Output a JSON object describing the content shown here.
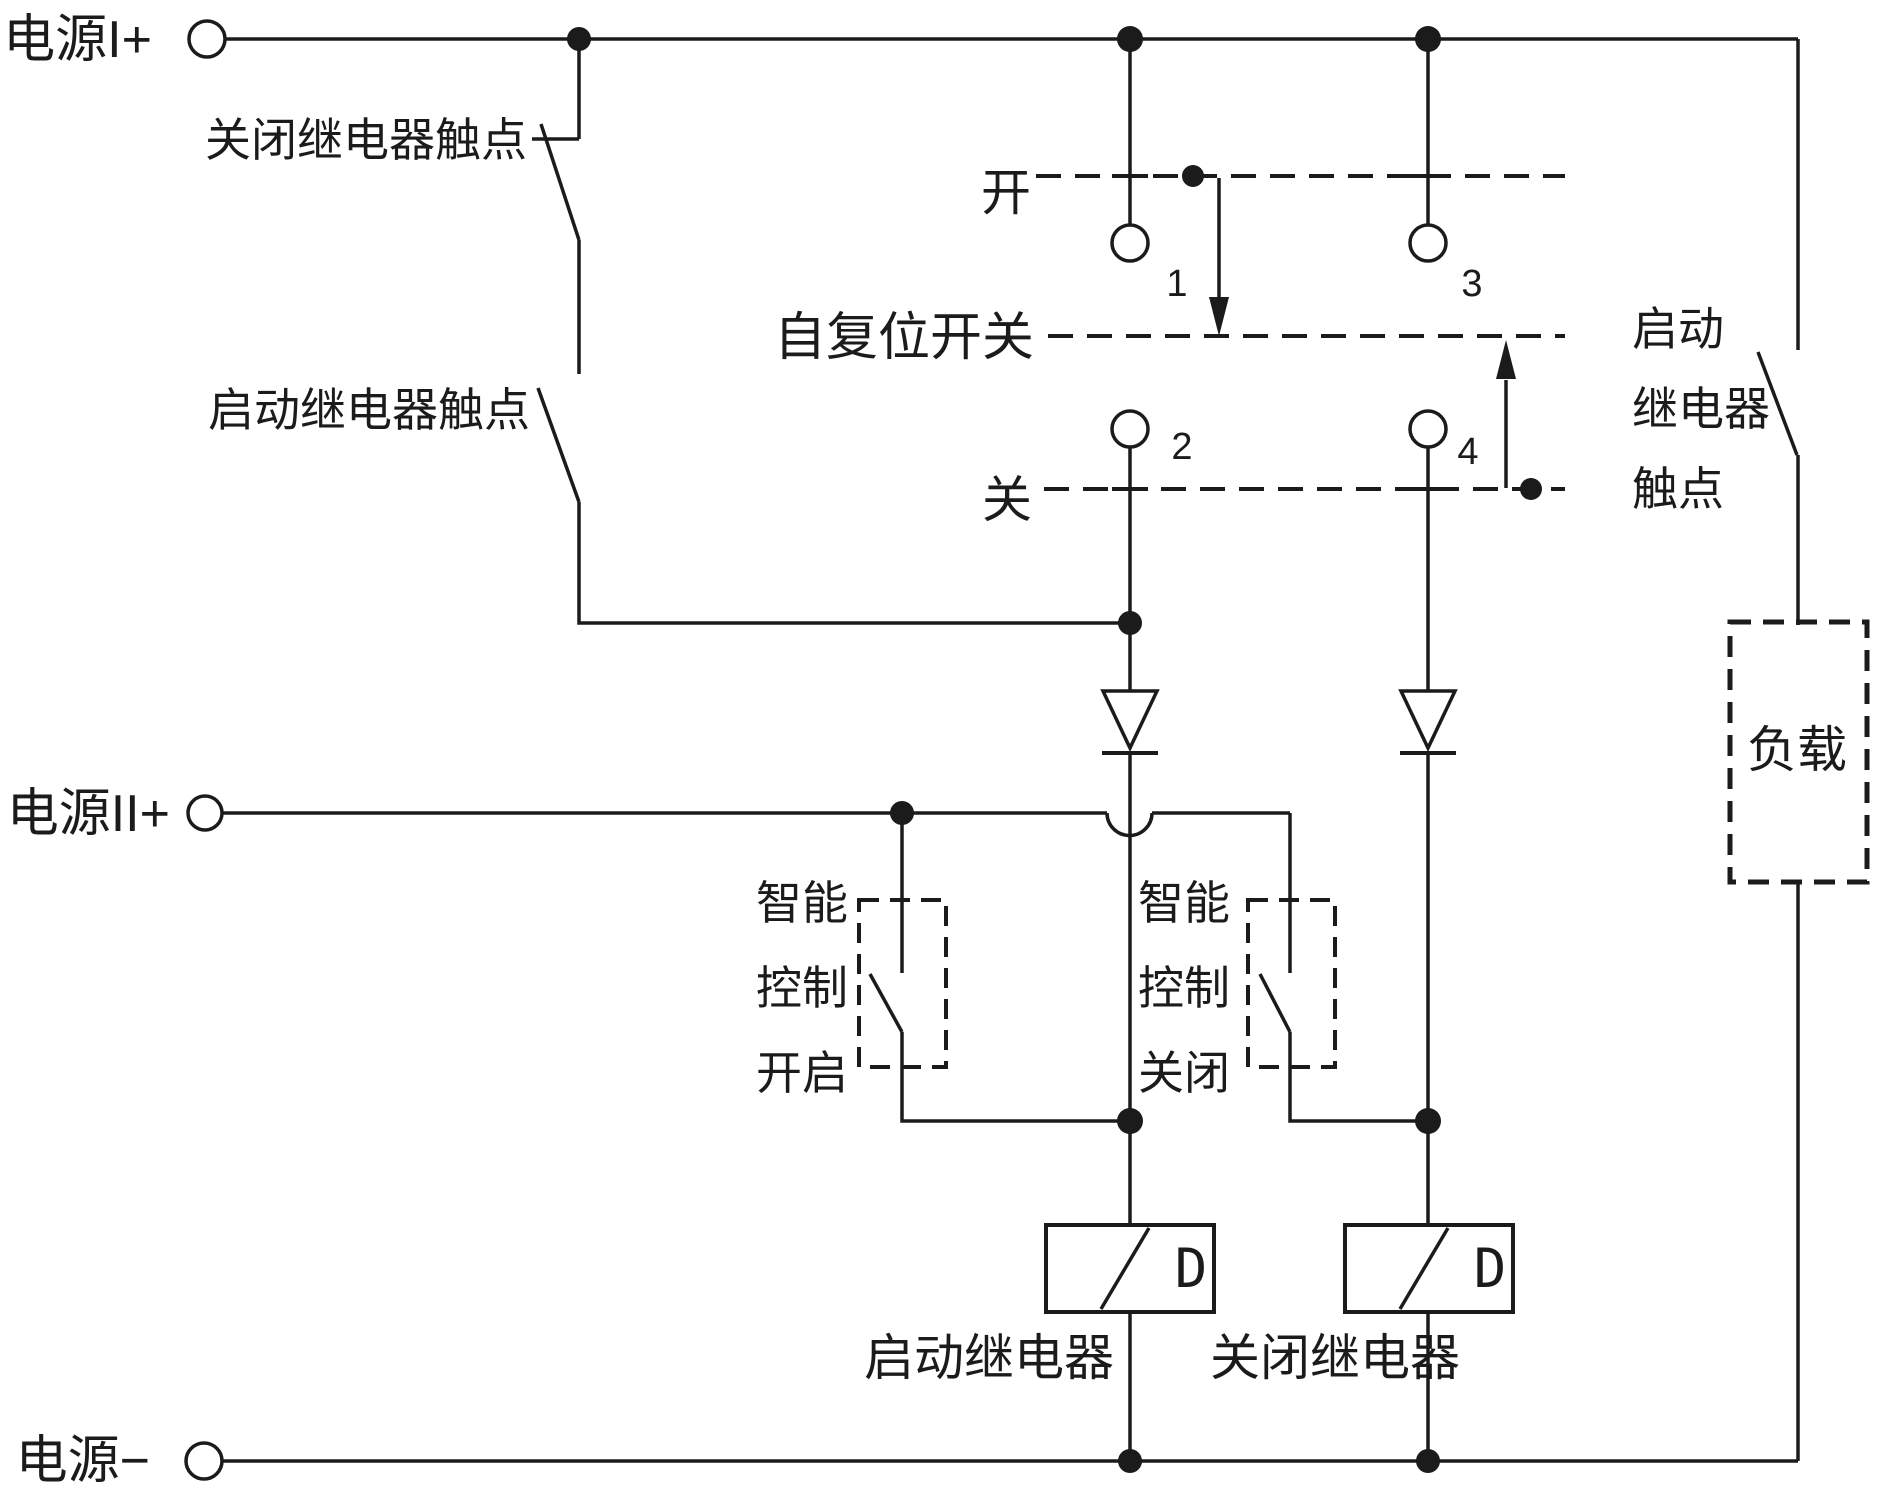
{
  "colors": {
    "ink": "#1b1b1b",
    "bg": "#ffffff"
  },
  "terminals": {
    "power1_plus": "电源I+",
    "power2_plus": "电源II+",
    "power_minus": "电源−"
  },
  "contacts": {
    "close_relay_contact": "关闭继电器触点",
    "start_relay_contact": "启动继电器触点",
    "start_relay_contact_right": {
      "line1": "启动",
      "line2": "继电器",
      "line3": "触点"
    }
  },
  "switch": {
    "label": "自复位开关",
    "open": "开",
    "close": "关",
    "pins": {
      "p1": "1",
      "p2": "2",
      "p3": "3",
      "p4": "4"
    }
  },
  "smart_open": {
    "line1": "智能",
    "line2": "控制",
    "line3": "开启"
  },
  "smart_close": {
    "line1": "智能",
    "line2": "控制",
    "line3": "关闭"
  },
  "load": "负载",
  "relays": {
    "start": {
      "label": "启动继电器",
      "glyph": "D"
    },
    "close": {
      "label": "关闭继电器",
      "glyph": "D"
    }
  }
}
